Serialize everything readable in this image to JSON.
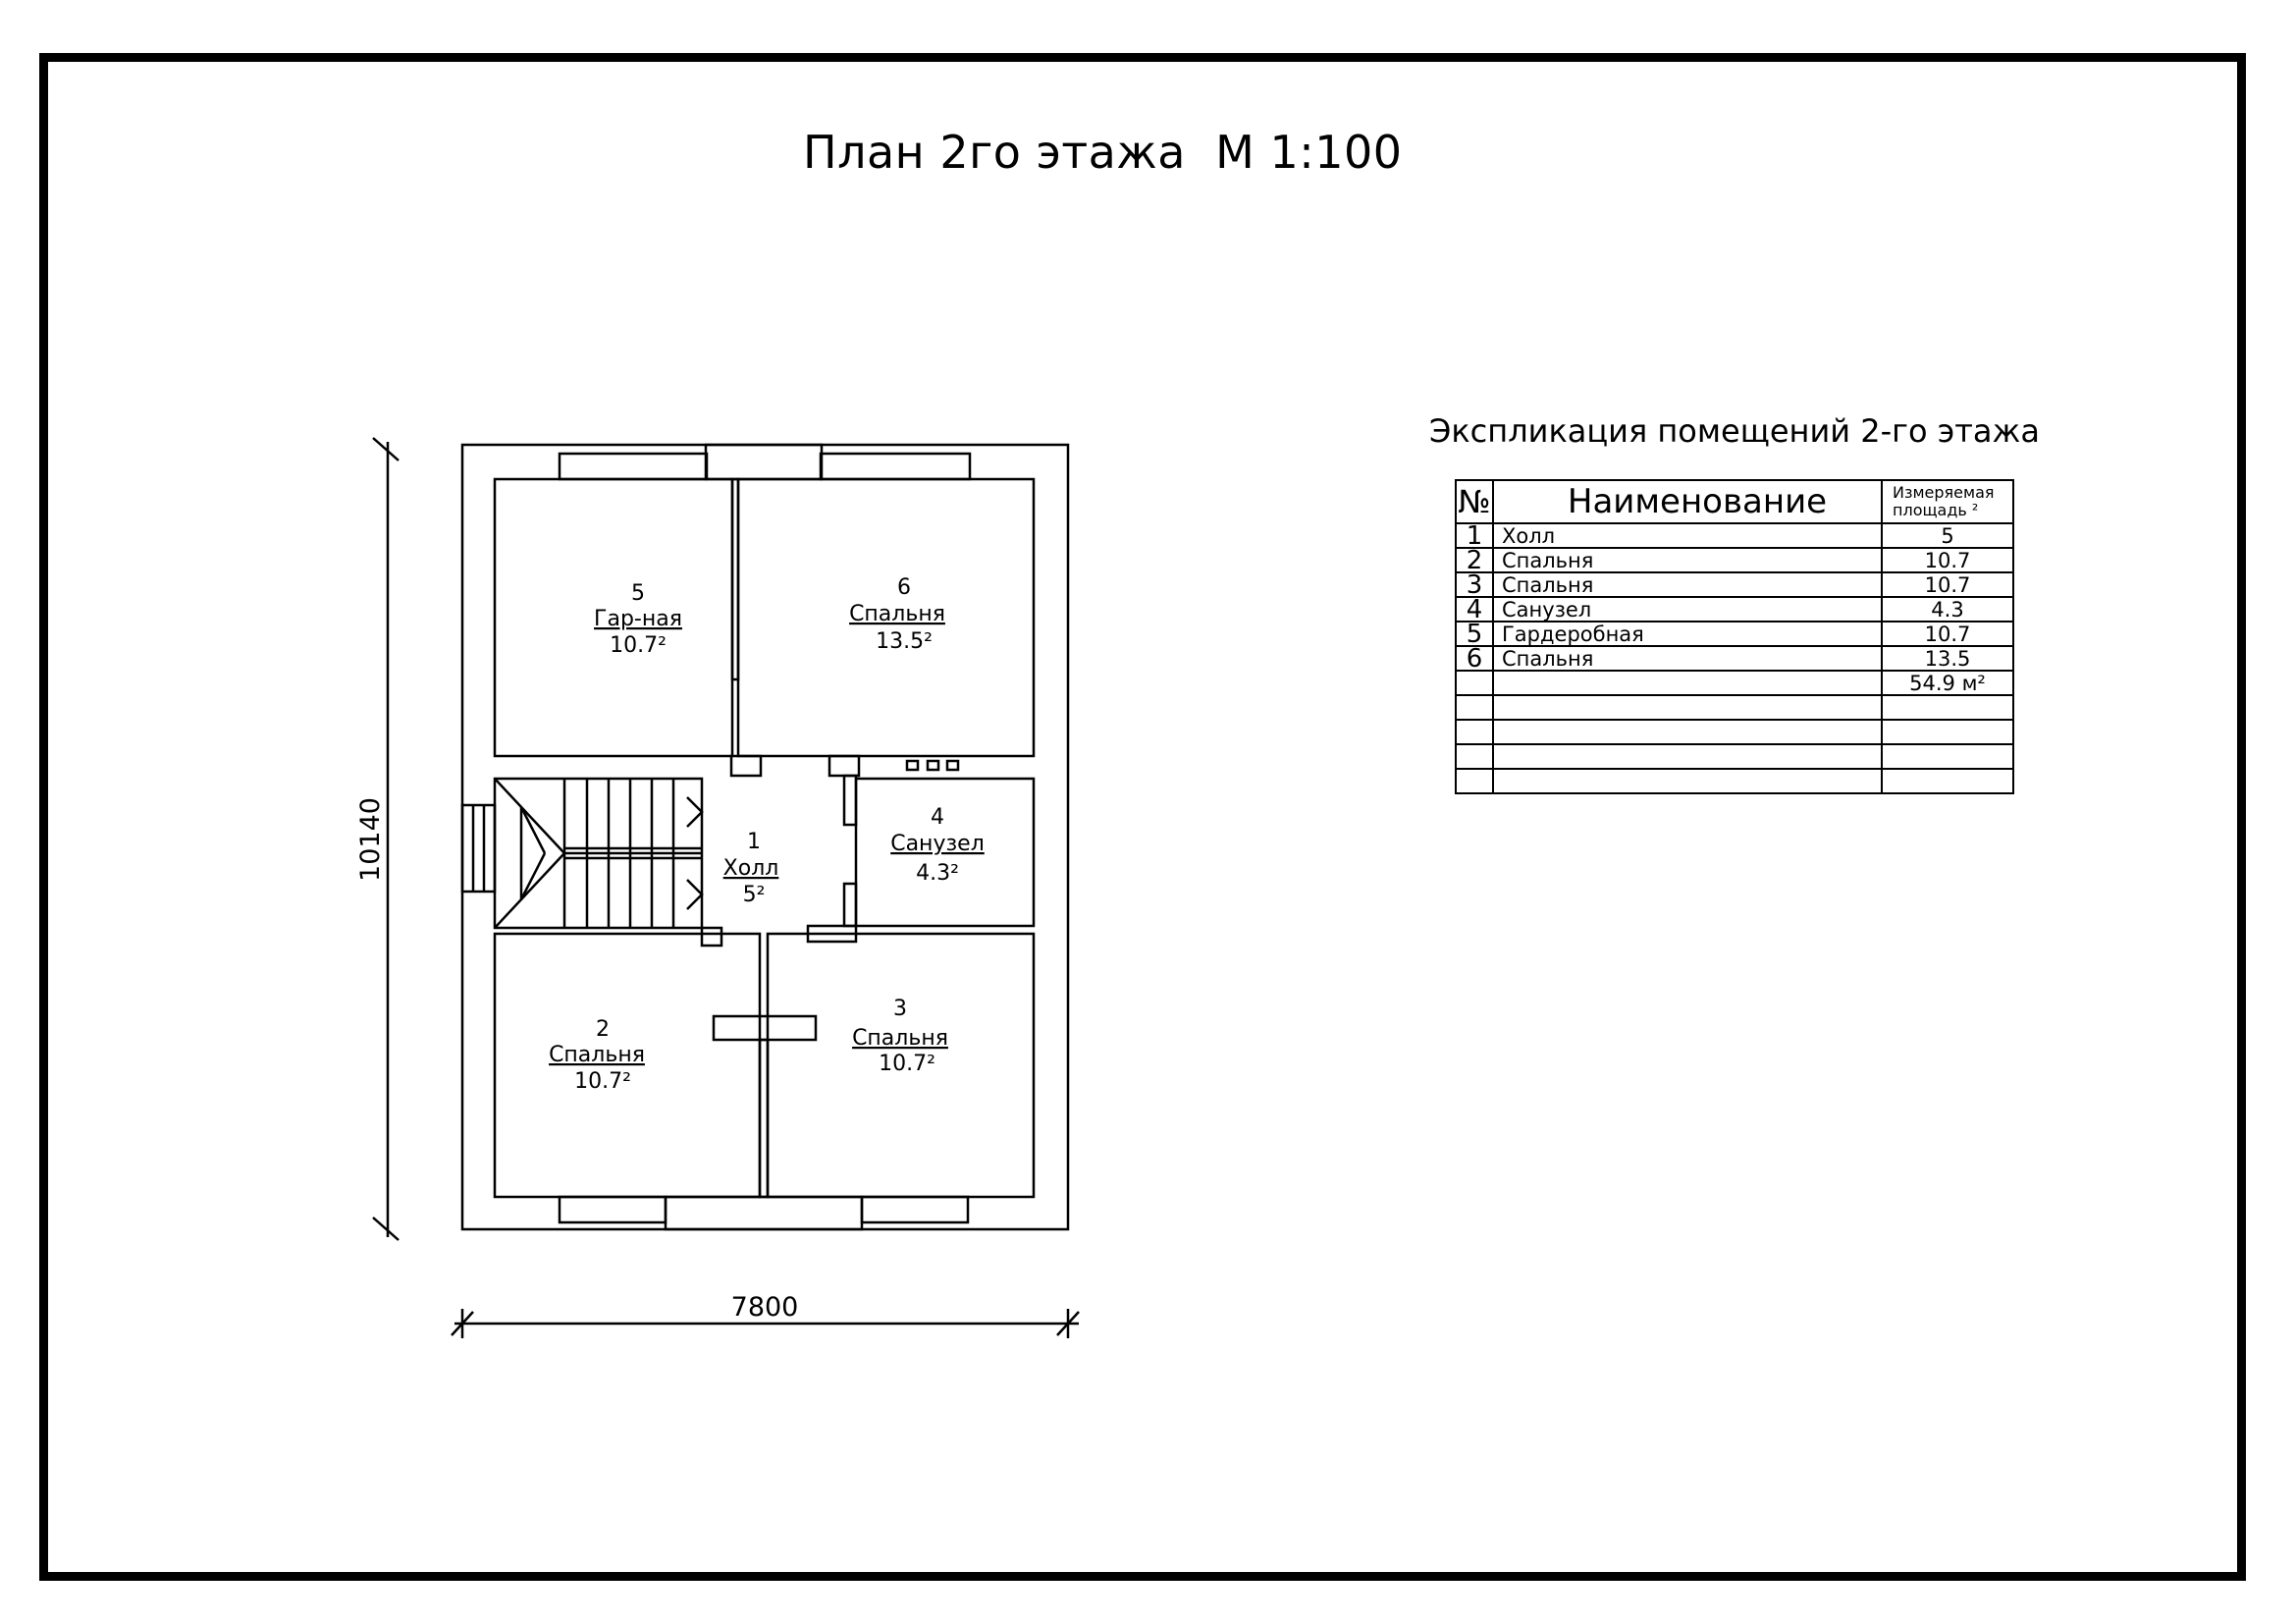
{
  "sheet": {
    "title": "План 2го этажа  М 1:100"
  },
  "plan": {
    "dimensions": {
      "width_label": "7800",
      "height_label": "10140"
    },
    "rooms": [
      {
        "number": "1",
        "name": "Холл",
        "area": "5²"
      },
      {
        "number": "2",
        "name": "Спальня",
        "area": "10.7²"
      },
      {
        "number": "3",
        "name": "Спальня",
        "area": "10.7²"
      },
      {
        "number": "4",
        "name": "Санузел",
        "area": "4.3²"
      },
      {
        "number": "5",
        "name": "Гар-ная",
        "area": "10.7²"
      },
      {
        "number": "6",
        "name": "Спальня",
        "area": "13.5²"
      }
    ]
  },
  "explication": {
    "title": "Экспликация помещений 2-го этажа",
    "headers": {
      "number": "№",
      "name": "Наименование",
      "area_line1": "Измеряемая",
      "area_line2": "площадь ²"
    },
    "rows": [
      {
        "number": "1",
        "name": "Холл",
        "area": "5"
      },
      {
        "number": "2",
        "name": "Спальня",
        "area": "10.7"
      },
      {
        "number": "3",
        "name": "Спальня",
        "area": "10.7"
      },
      {
        "number": "4",
        "name": "Санузел",
        "area": "4.3"
      },
      {
        "number": "5",
        "name": "Гардеробная",
        "area": "10.7"
      },
      {
        "number": "6",
        "name": "Спальня",
        "area": "13.5"
      }
    ],
    "total": "54.9 м²"
  }
}
